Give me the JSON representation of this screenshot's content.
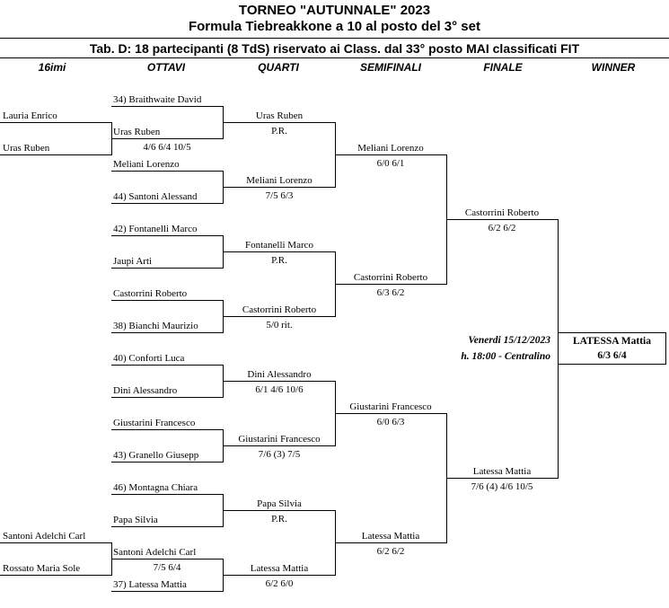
{
  "header": {
    "title": "TORNEO  \"AUTUNNALE\"  2023",
    "subtitle": "Formula Tiebreakkone a 10 al posto del 3° set",
    "table_info": "Tab. D: 18 partecipanti (8 TdS) riservato ai Class. dal 33° posto MAI classificati FIT"
  },
  "columns": [
    "16imi",
    "OTTAVI",
    "QUARTI",
    "SEMIFINALI",
    "FINALE",
    "WINNER"
  ],
  "sixteenths": [
    {
      "name": "Lauria Enrico"
    },
    {
      "name": "Uras Ruben"
    },
    {
      "name": "Santoni Adelchi Carl"
    },
    {
      "name": "Rossato Maria Sole"
    }
  ],
  "r16": [
    {
      "name": "34) Braithwaite David"
    },
    {
      "name": "Uras Ruben",
      "score": "4/6  6/4  10/5"
    },
    {
      "name": "Meliani Lorenzo"
    },
    {
      "name": "44) Santoni Alessand"
    },
    {
      "name": "42) Fontanelli Marco"
    },
    {
      "name": "Jaupi Arti"
    },
    {
      "name": "Castorrini Roberto"
    },
    {
      "name": "38) Bianchi Maurizio"
    },
    {
      "name": "40) Conforti Luca"
    },
    {
      "name": "Dini Alessandro"
    },
    {
      "name": "Giustarini Francesco"
    },
    {
      "name": "43) Granello Giusepp"
    },
    {
      "name": "46) Montagna Chiara"
    },
    {
      "name": "Papa Silvia"
    },
    {
      "name": "Santoni Adelchi Carl",
      "score": "7/5  6/4"
    },
    {
      "name": "37) Latessa Mattia"
    }
  ],
  "quarters": [
    {
      "name": "Uras Ruben",
      "score": "P.R."
    },
    {
      "name": "Meliani Lorenzo",
      "score": "7/5  6/3"
    },
    {
      "name": "Fontanelli Marco",
      "score": "P.R."
    },
    {
      "name": "Castorrini Roberto",
      "score": "5/0  rit."
    },
    {
      "name": "Dini Alessandro",
      "score": "6/1  4/6  10/6"
    },
    {
      "name": "Giustarini Francesco",
      "score": "7/6 (3)  7/5"
    },
    {
      "name": "Papa Silvia",
      "score": "P.R."
    },
    {
      "name": "Latessa Mattia",
      "score": "6/2  6/0"
    }
  ],
  "semis": [
    {
      "name": "Meliani Lorenzo",
      "score": "6/0  6/1"
    },
    {
      "name": "Castorrini Roberto",
      "score": "6/3  6/2"
    },
    {
      "name": "Giustarini Francesco",
      "score": "6/0  6/3"
    },
    {
      "name": "Latessa Mattia",
      "score": "6/2  6/2"
    }
  ],
  "final": [
    {
      "name": "Castorrini Roberto",
      "score": "6/2  6/2"
    },
    {
      "name": "Latessa Mattia",
      "score": "7/6 (4)  4/6  10/5"
    }
  ],
  "final_info": {
    "date": "Venerdi 15/12/2023",
    "time": "h. 18:00 - Centralino"
  },
  "winner": {
    "name": "LATESSA  Mattia",
    "score": "6/3  6/4"
  }
}
